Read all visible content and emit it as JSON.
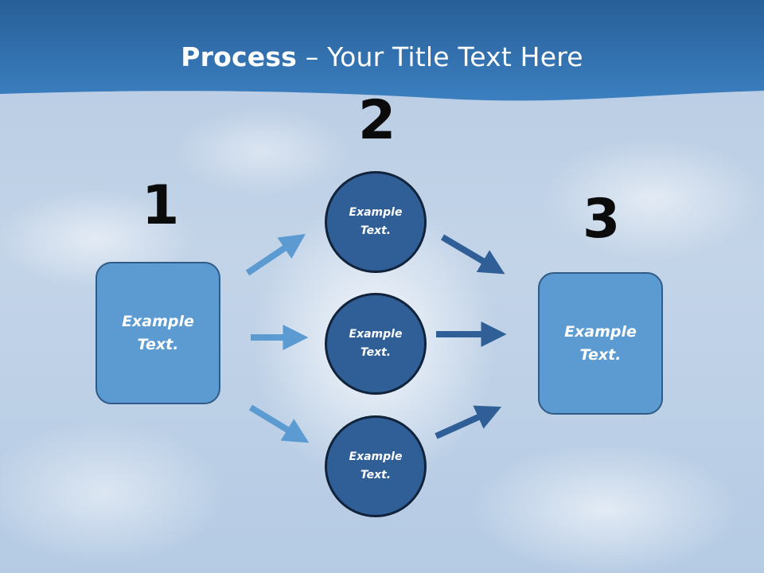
{
  "title": {
    "bold": "Process",
    "rest": " – Your Title Text Here"
  },
  "steps": {
    "one": "1",
    "two": "2",
    "three": "3"
  },
  "nodes": {
    "left_box": "Example\nText.",
    "circle_top": "Example\nText.",
    "circle_middle": "Example\nText.",
    "circle_bottom": "Example\nText.",
    "right_box": "Example\nText."
  },
  "colors": {
    "header": "#2d6aa6",
    "box_fill": "#5b9bd2",
    "circle_fill": "#2f5f96",
    "arrow_light": "#5b9bd2",
    "arrow_dark": "#2f5f96"
  }
}
